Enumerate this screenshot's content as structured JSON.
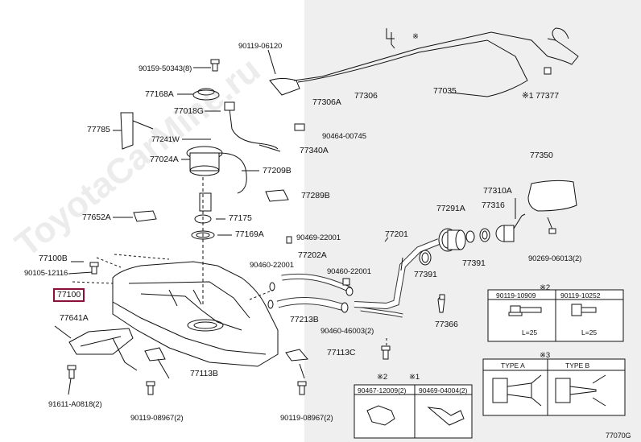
{
  "diagram_id": "77070G",
  "watermark": "ToyotaCarMine.ru",
  "highlight_part": "77100",
  "callouts": {
    "c1": "90119-06120",
    "c2": "90159-50343(8)",
    "c3": "77168A",
    "c4": "77018G",
    "c5": "77306",
    "c6": "77306A",
    "c7": "77035",
    "c8": "※1 77377",
    "c9": "77785",
    "c10": "77241W",
    "c11": "90464-00745",
    "c12": "77340A",
    "c13": "77024A",
    "c14": "77209B",
    "c15": "77289B",
    "c16": "77350",
    "c17": "77652A",
    "c18": "77175",
    "c19": "77169A",
    "c20": "90469-22001",
    "c21": "77310A",
    "c22": "77291A",
    "c23": "77316",
    "c24": "77201",
    "c25": "77100B",
    "c26": "90105-12116",
    "c27": "90460-22001",
    "c28": "77202A",
    "c29": "90460-22001",
    "c30": "77391",
    "c31": "77391",
    "c32": "90269-06013(2)",
    "c33": "77213B",
    "c34": "90460-46003(2)",
    "c35": "77366",
    "c36": "77641A",
    "c37": "77113C",
    "c38": "77113B",
    "c39": "91611-A0818(2)",
    "c40": "90119-08967(2)",
    "c41": "90119-08967(2)"
  },
  "note_marks": {
    "cable_note": "※",
    "star1": "※1",
    "star2": "※2",
    "star3": "※3",
    "clamp_star2": "※2",
    "clamp_star1": "※1"
  },
  "box_bolts": {
    "left_part": "90119-10909",
    "right_part": "90119-10252",
    "left_dim": "L=25",
    "right_dim": "L=25"
  },
  "box_types": {
    "type_a": "TYPE A",
    "type_b": "TYPE B"
  },
  "box_clamps": {
    "left_part": "90467-12009(2)",
    "right_part": "90469-04004(2)"
  }
}
